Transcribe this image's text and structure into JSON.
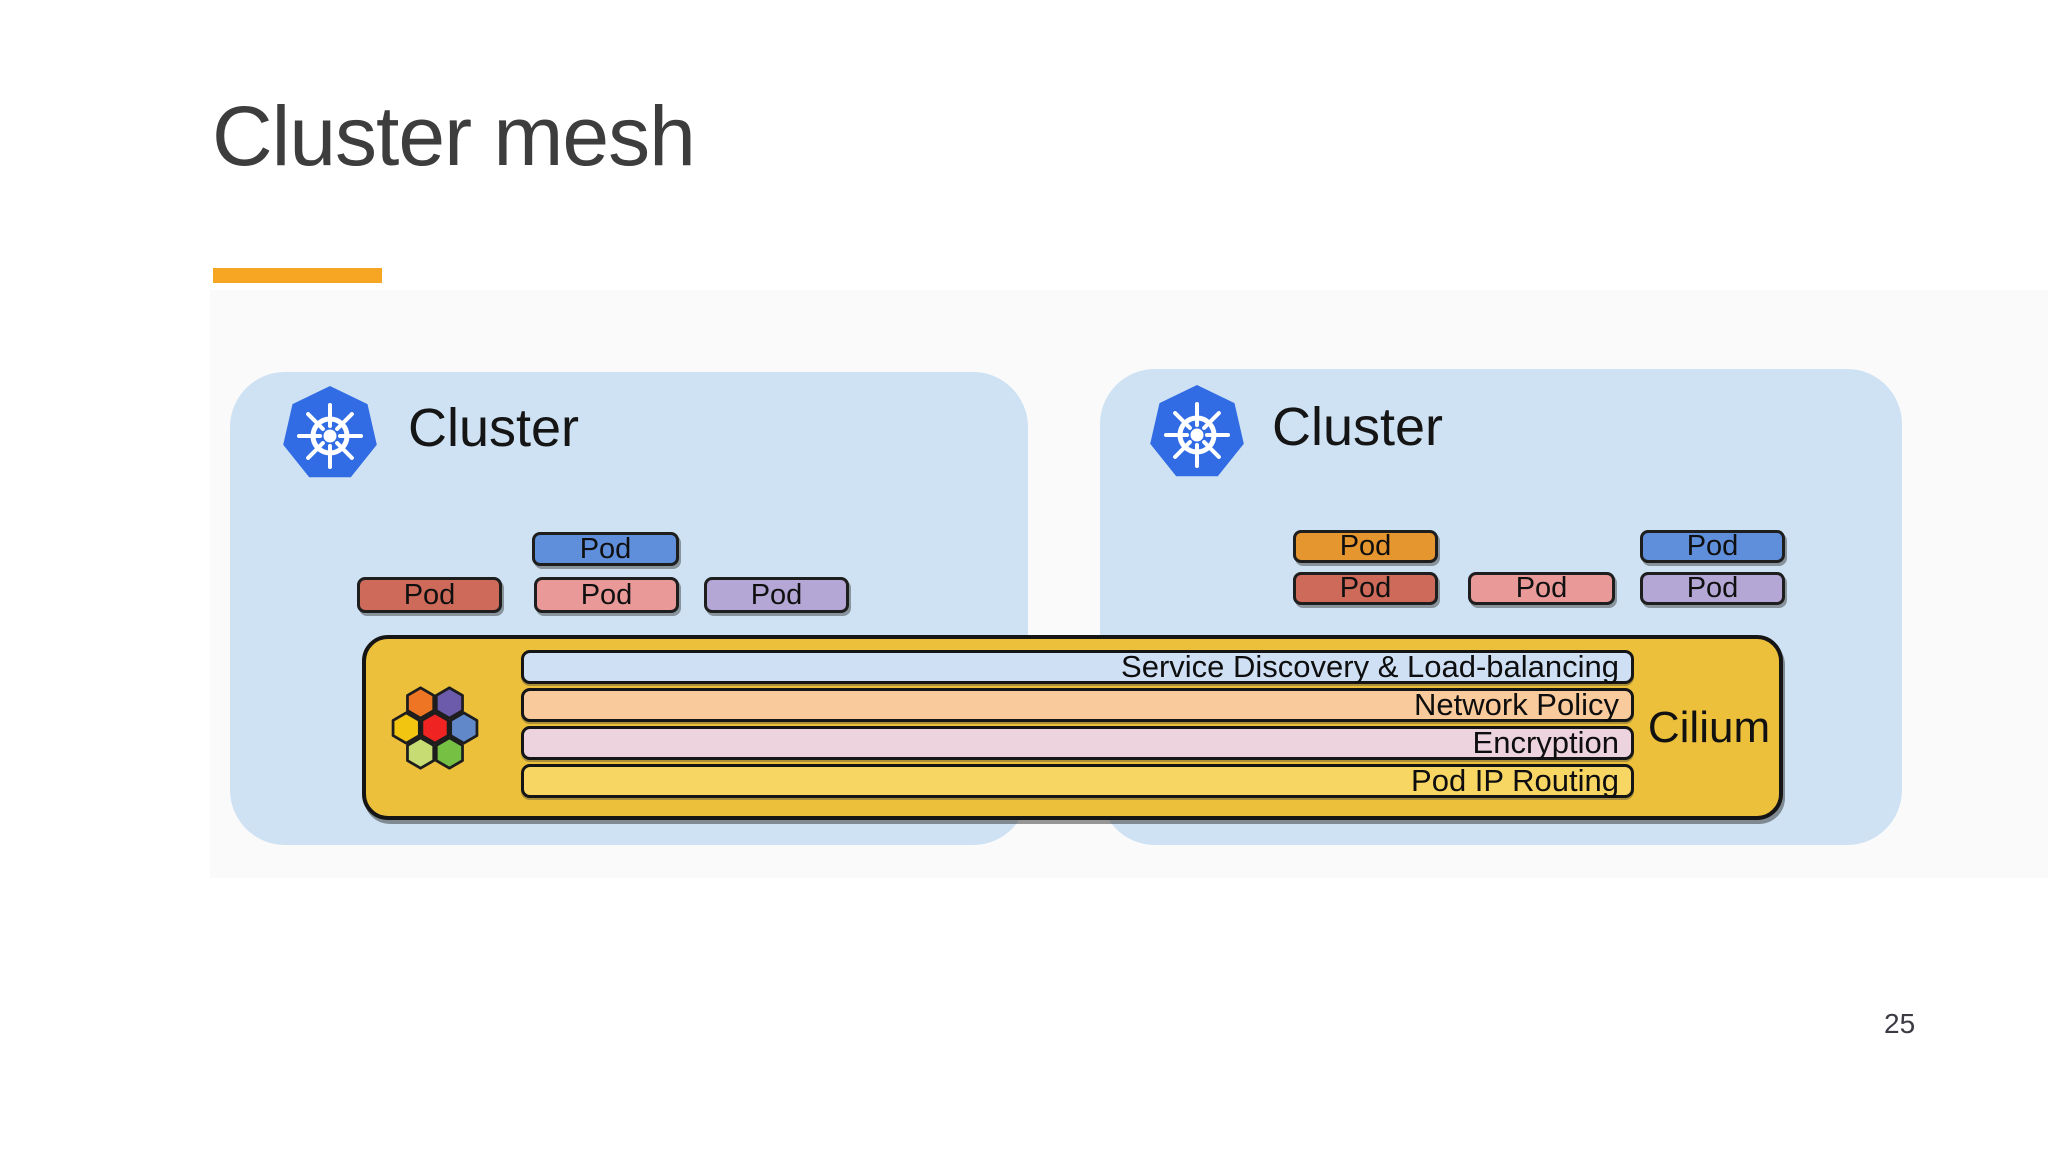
{
  "slide": {
    "title": "Cluster mesh",
    "page_number": "25",
    "accent_color": "#f6a623",
    "background_color": "#ffffff",
    "image_backdrop_color": "#fafafa"
  },
  "diagram": {
    "cluster_box_color": "#cfe2f3",
    "kubernetes_icon_color": "#326ce5",
    "icons": {
      "kubernetes": "kubernetes-helm-wheel-heptagon",
      "cilium": "cilium-hexagon-flower"
    },
    "clusters": [
      {
        "label": "Cluster",
        "pods": [
          {
            "label": "Pod",
            "color": "#5f8fdb"
          },
          {
            "label": "Pod",
            "color": "#cd6a5a"
          },
          {
            "label": "Pod",
            "color": "#ea9999"
          },
          {
            "label": "Pod",
            "color": "#b4a7d6"
          }
        ]
      },
      {
        "label": "Cluster",
        "pods": [
          {
            "label": "Pod",
            "color": "#e6962e"
          },
          {
            "label": "Pod",
            "color": "#5f8fdb"
          },
          {
            "label": "Pod",
            "color": "#cd6a5a"
          },
          {
            "label": "Pod",
            "color": "#ea9999"
          },
          {
            "label": "Pod",
            "color": "#b4a7d6"
          }
        ]
      }
    ],
    "cilium": {
      "label": "Cilium",
      "box_color": "#edc03c",
      "layers": [
        {
          "label": "Service Discovery & Load-balancing",
          "color": "#cfe0f5"
        },
        {
          "label": "Network Policy",
          "color": "#f9cb9c"
        },
        {
          "label": "Encryption",
          "color": "#ecd3dd"
        },
        {
          "label": "Pod IP Routing",
          "color": "#f8d664"
        }
      ]
    }
  }
}
